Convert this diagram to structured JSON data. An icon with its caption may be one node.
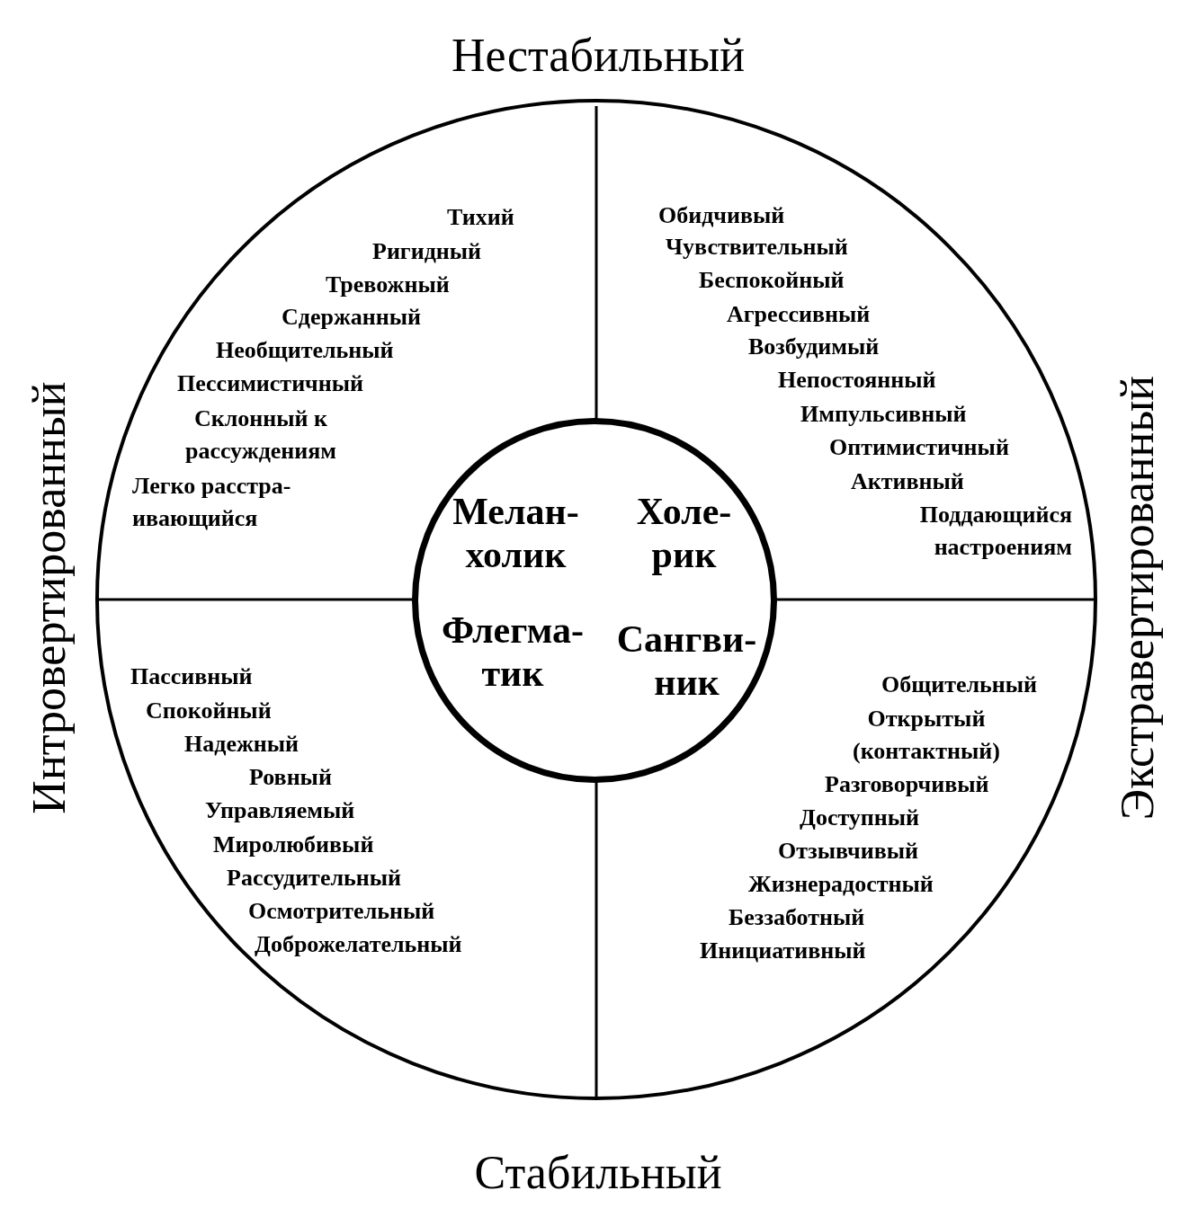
{
  "diagram": {
    "nodes": [
      {
        "text": [],
        "shape": "circle"
      },
      {
        "text": [
          "Мелан- холик",
          "Холе- рик",
          "Флегма- тик",
          "Сангви- ник"
        ],
        "in": 0
      }
    ],
    "edges": [],
    "labels": [
      "Нестабильный",
      "Интровертированный",
      "Экстравертированный",
      "Тихий",
      "Ригидный",
      "Тревожный",
      "Сдержанный",
      "Необщительный",
      "Пессимистичный",
      "Склонный к рассуждениям",
      "Легко расстра- ивающийся",
      "Обидчивый",
      "Чувствительный",
      "Беспокойный",
      "Агрессивный",
      "Возбудимый",
      "Непостоянный",
      "Импульсивный",
      "Оптимистичный",
      "Активный",
      "Поддающийся настроениям",
      "Пассивный",
      "Спокойный",
      "Надежный",
      "Ровный",
      "Управляемый",
      "Миролюбивый",
      "Рассудительный",
      "Осмотрительный",
      "Доброжелательный",
      "Общительный",
      "Открытый (контактный)",
      "Разговорчивый",
      "Доступный",
      "Отзывчивый",
      "Жизнерадостный",
      "Беззаботный",
      "Инициативный",
      "Стабильный"
    ]
  }
}
